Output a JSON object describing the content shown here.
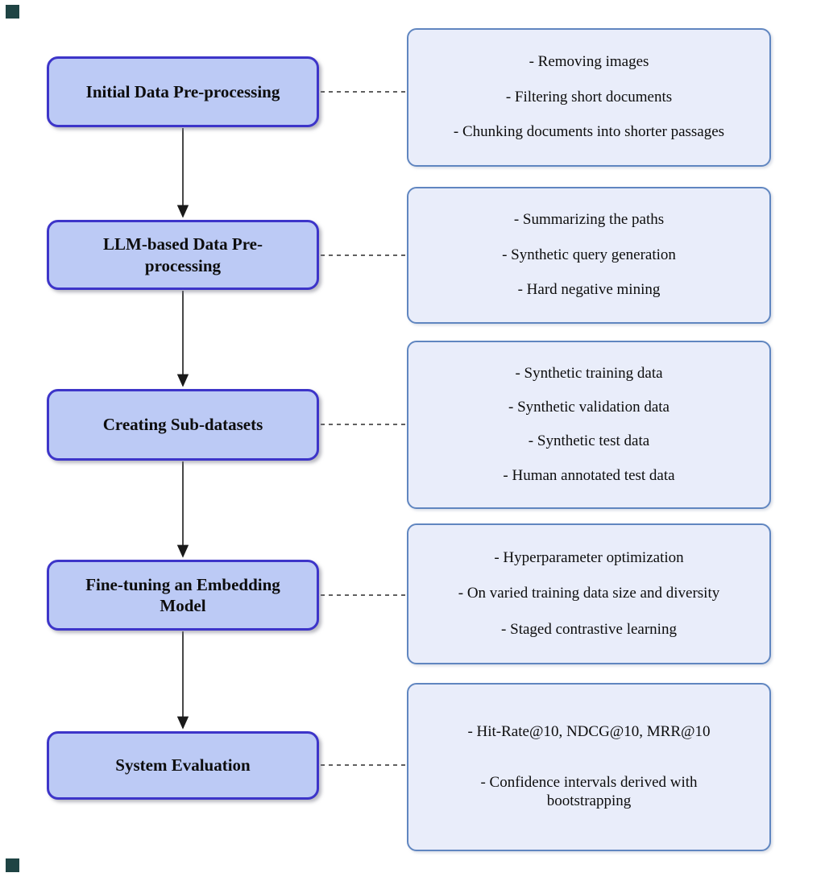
{
  "diagram_title": "Embedding model fine-tuning pipeline flowchart",
  "stages": [
    {
      "title": "Initial Data Pre-processing",
      "items": [
        "- Removing images",
        "- Filtering short documents",
        "- Chunking documents into shorter passages"
      ]
    },
    {
      "title": "LLM-based Data Pre-\nprocessing",
      "items": [
        "- Summarizing the paths",
        "- Synthetic query generation",
        "- Hard negative mining"
      ]
    },
    {
      "title": "Creating Sub-datasets",
      "items": [
        "- Synthetic training data",
        "- Synthetic validation data",
        "- Synthetic test data",
        "- Human annotated test data"
      ]
    },
    {
      "title": "Fine-tuning an Embedding\nModel",
      "items": [
        "- Hyperparameter optimization",
        "- On varied training data size and diversity",
        "- Staged contrastive learning"
      ]
    },
    {
      "title": "System Evaluation",
      "items": [
        "- Hit-Rate@10, NDCG@10, MRR@10",
        "- Confidence intervals derived with\nbootstrapping"
      ]
    }
  ],
  "palette": {
    "stage_fill": "#bccaf5",
    "stage_border": "#3d35c9",
    "detail_fill": "#e9edfa",
    "detail_border": "#6086c0",
    "arrow_color": "#1a1a1a",
    "dash_color": "#2b2b2b",
    "corner_marker_color": "#1f4444",
    "text_color": "#0d0d0d",
    "background": "#ffffff"
  }
}
